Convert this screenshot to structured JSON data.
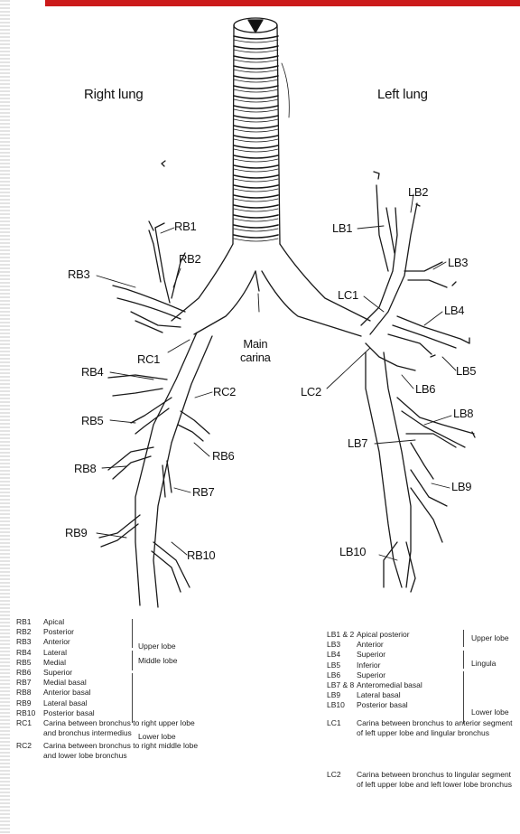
{
  "headings": {
    "right": "Right lung",
    "left": "Left lung"
  },
  "labels": {
    "RB1": "RB1",
    "RB2": "RB2",
    "RB3": "RB3",
    "RC1": "RC1",
    "RC2": "RC2",
    "RB4": "RB4",
    "RB5": "RB5",
    "RB6": "RB6",
    "RB7": "RB7",
    "RB8": "RB8",
    "RB9": "RB9",
    "RB10": "RB10",
    "main_carina": "Main\ncarina",
    "LB1": "LB1",
    "LB2": "LB2",
    "LB3": "LB3",
    "LC1": "LC1",
    "LB4": "LB4",
    "LB5": "LB5",
    "LC2": "LC2",
    "LB6": "LB6",
    "LB7": "LB7",
    "LB8": "LB8",
    "LB9": "LB9",
    "LB10": "LB10"
  },
  "legend_right": {
    "entries": [
      {
        "code": "RB1",
        "name": "Apical"
      },
      {
        "code": "RB2",
        "name": "Posterior"
      },
      {
        "code": "RB3",
        "name": "Anterior"
      },
      {
        "code": "RB4",
        "name": "Lateral"
      },
      {
        "code": "RB5",
        "name": "Medial"
      },
      {
        "code": "RB6",
        "name": "Superior"
      },
      {
        "code": "RB7",
        "name": "Medial basal"
      },
      {
        "code": "RB8",
        "name": "Anterior basal"
      },
      {
        "code": "RB9",
        "name": "Lateral basal"
      },
      {
        "code": "RB10",
        "name": "Posterior basal"
      }
    ],
    "groups": {
      "upper": "Upper lobe",
      "middle": "Middle lobe",
      "lower": "Lower lobe"
    },
    "carinas": [
      {
        "code": "RC1",
        "text": "Carina between bronchus to right upper lobe and bronchus intermedius"
      },
      {
        "code": "RC2",
        "text": "Carina between bronchus to right middle lobe and lower lobe bronchus"
      }
    ]
  },
  "legend_left": {
    "entries": [
      {
        "code": "LB1 & 2",
        "name": "Apical posterior"
      },
      {
        "code": "LB3",
        "name": "Anterior"
      },
      {
        "code": "LB4",
        "name": "Superior"
      },
      {
        "code": "LB5",
        "name": "Inferior"
      },
      {
        "code": "LB6",
        "name": "Superior"
      },
      {
        "code": "LB7 & 8",
        "name": "Anteromedial  basal"
      },
      {
        "code": "LB9",
        "name": "Lateral basal"
      },
      {
        "code": "LB10",
        "name": "Posterior basal"
      }
    ],
    "groups": {
      "upper": "Upper lobe",
      "lingula": "Lingula",
      "lower": "Lower lobe"
    },
    "carinas": [
      {
        "code": "LC1",
        "text": "Carina between bronchus to anterior segment of left upper lobe and lingular bronchus"
      },
      {
        "code": "LC2",
        "text": "Carina between bronchus to lingular segment of left upper lobe and left lower lobe bronchus"
      }
    ]
  }
}
